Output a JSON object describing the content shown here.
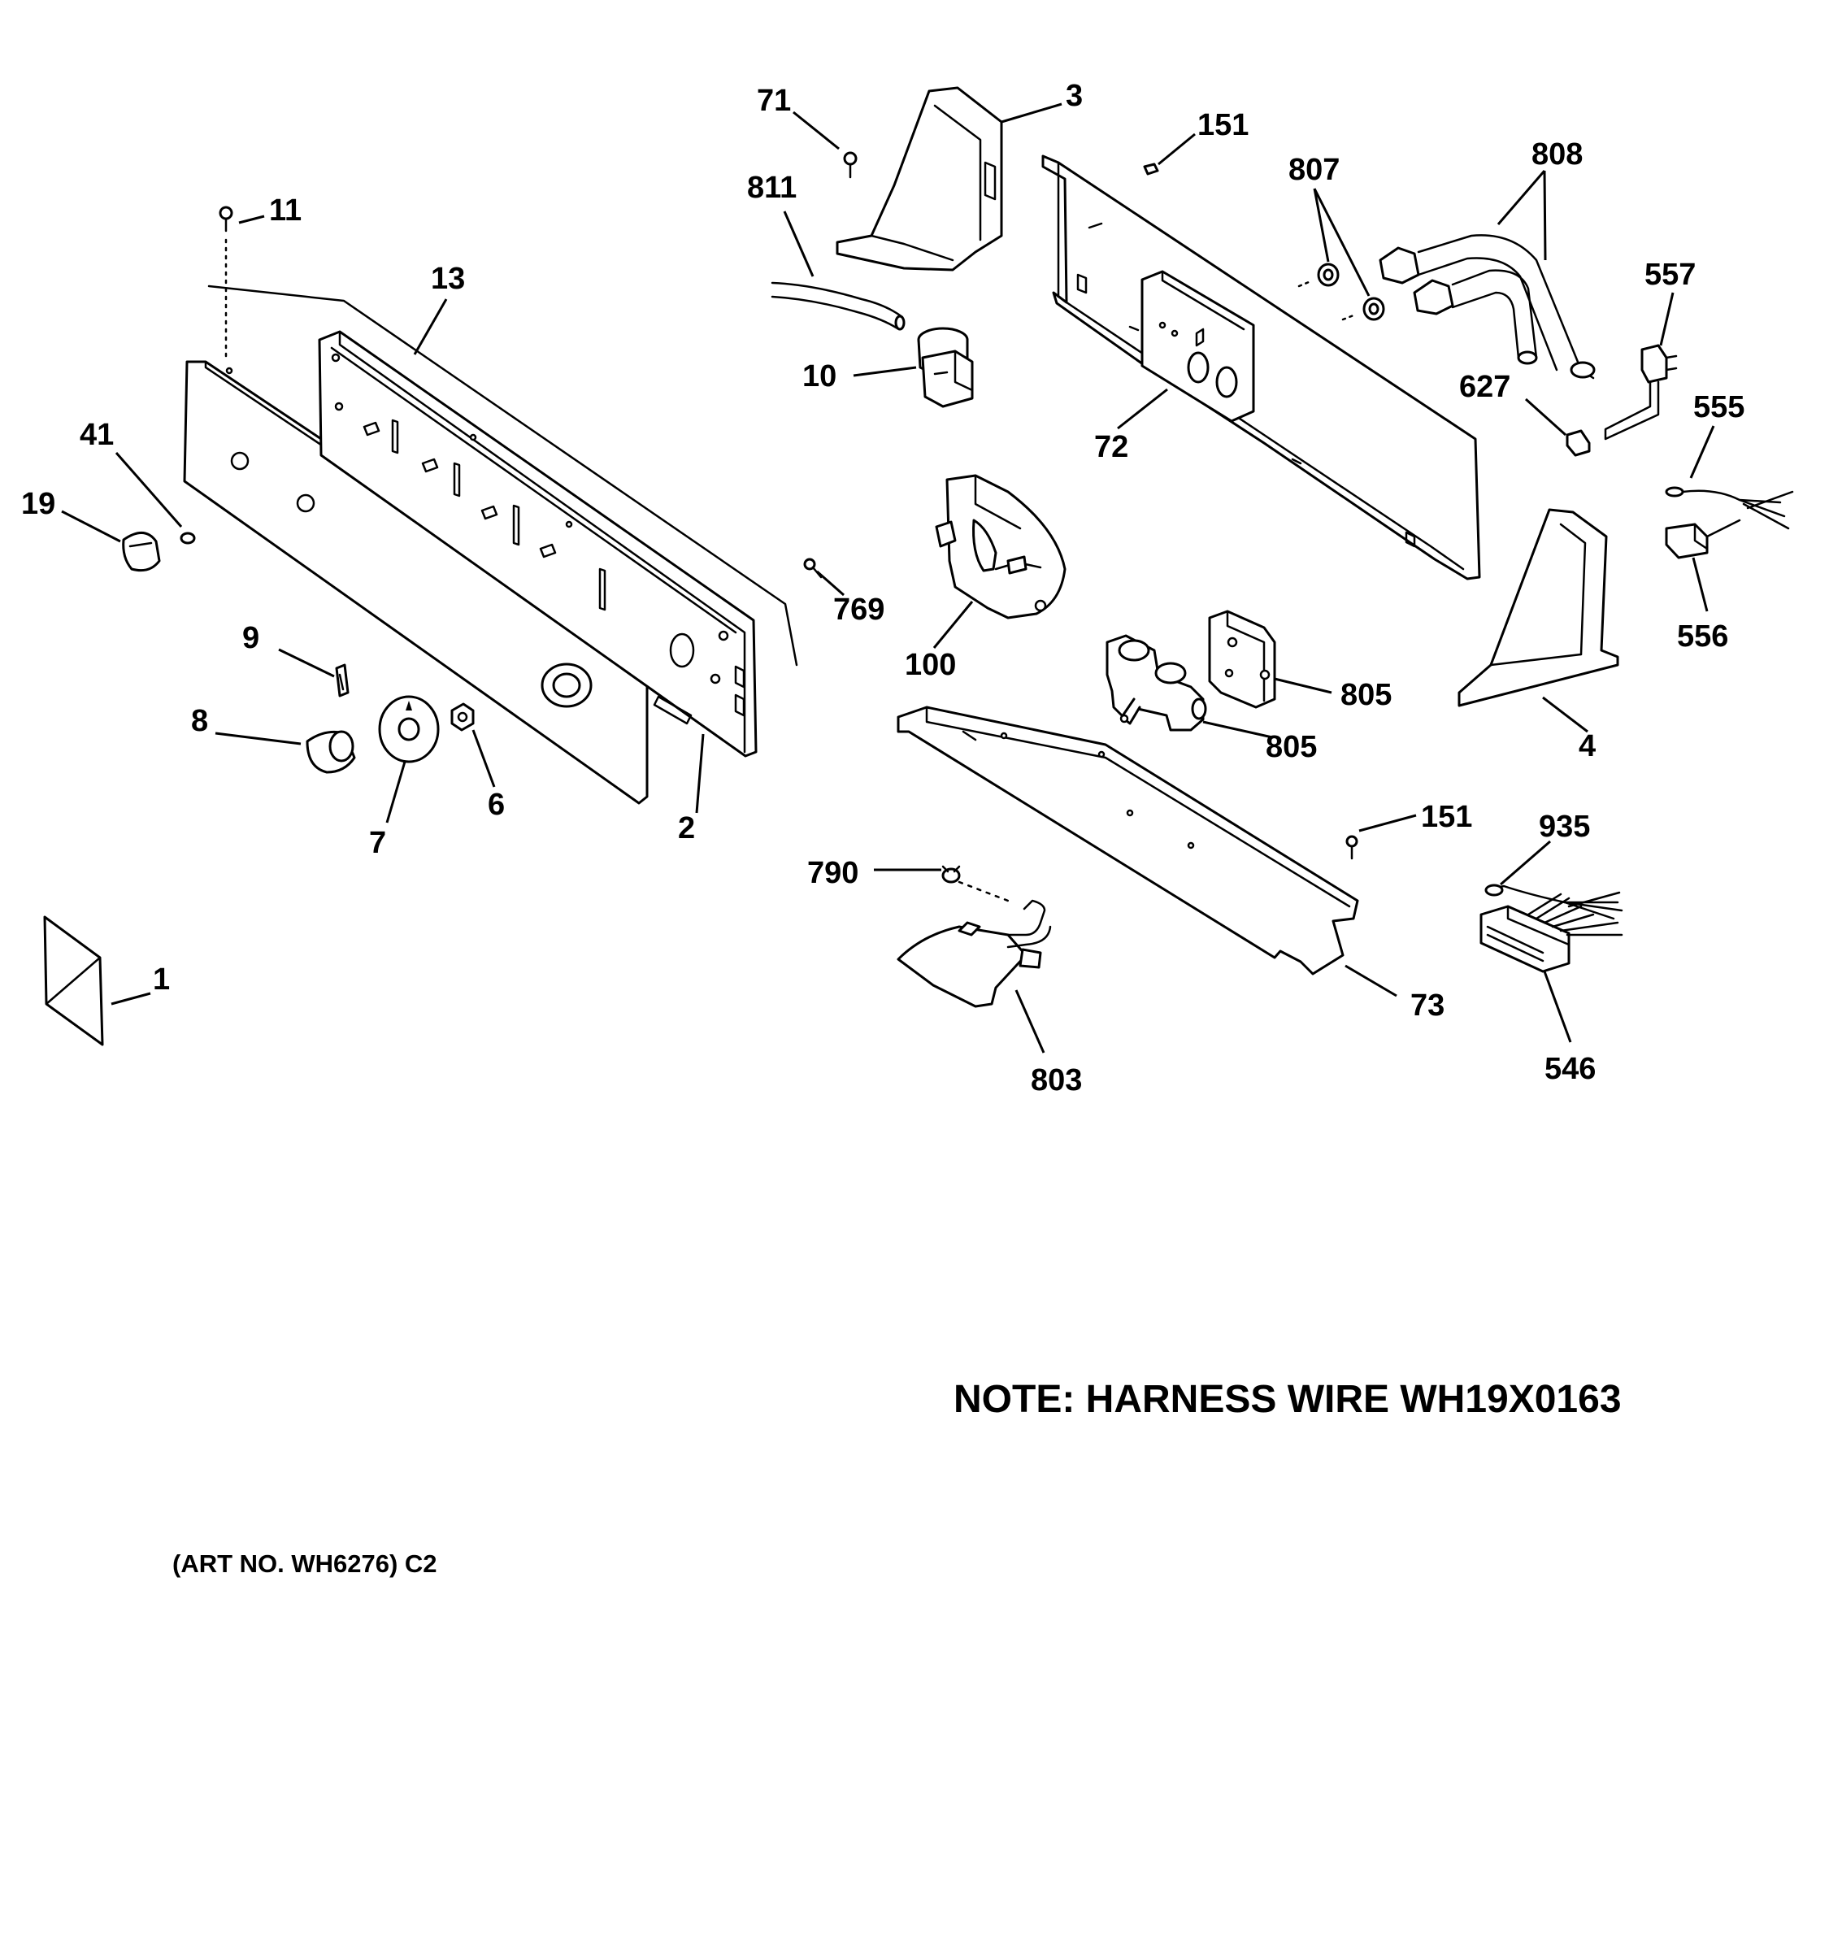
{
  "callouts": {
    "c71": "71",
    "c3": "3",
    "c151a": "151",
    "c811": "811",
    "c807": "807",
    "c808": "808",
    "c11": "11",
    "c13": "13",
    "c557": "557",
    "c10": "10",
    "c627": "627",
    "c555": "555",
    "c41": "41",
    "c72": "72",
    "c19": "19",
    "c769": "769",
    "c556": "556",
    "c9": "9",
    "c100": "100",
    "c805a": "805",
    "c805b": "805",
    "c4": "4",
    "c8": "8",
    "c6": "6",
    "c7": "7",
    "c2": "2",
    "c151b": "151",
    "c935": "935",
    "c790": "790",
    "c1": "1",
    "c73": "73",
    "c546": "546",
    "c803": "803"
  },
  "note": "NOTE: HARNESS WIRE WH19X0163",
  "art_number": "(ART NO. WH6276) C2"
}
